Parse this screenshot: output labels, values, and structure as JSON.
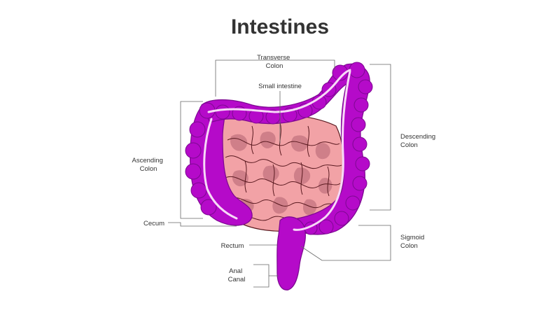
{
  "title": "Intestines",
  "labels": {
    "transverse_colon": [
      "Transverse",
      "Colon"
    ],
    "small_intestine": "Small intestine",
    "descending_colon": [
      "Descending",
      "Colon"
    ],
    "ascending_colon": [
      "Ascending",
      "Colon"
    ],
    "cecum": "Cecum",
    "rectum": "Rectum",
    "sigmoid_colon": [
      "Sigmoid",
      "Colon"
    ],
    "anal_canal": [
      "Anal",
      "Canal"
    ]
  },
  "colors": {
    "colon": "#b50ac9",
    "colon_dark": "#7d0891",
    "small_intestine": "#f2a2a6",
    "small_intestine_shadow": "#c97a84",
    "outline": "#5a1a20",
    "highlight": "#f7d9f7"
  }
}
